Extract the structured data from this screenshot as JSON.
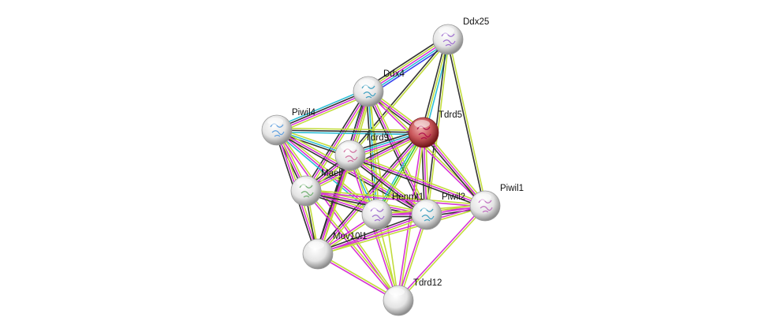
{
  "colors": {
    "textmining": "#c2dc3c",
    "experiments": "#d633d6",
    "coexpression": "#333333",
    "database": "#2ebfd6",
    "cooccurrence": "#3a46ee",
    "neighborhood": "#2fc92f",
    "query_node": "#c0444a",
    "node": "#e6e6e6"
  },
  "nodes": [
    {
      "id": "Ddx25",
      "label": "Ddx25",
      "query": false,
      "has_structure": true
    },
    {
      "id": "Ddx4",
      "label": "Ddx4",
      "query": false,
      "has_structure": true
    },
    {
      "id": "Tdrd5",
      "label": "Tdrd5",
      "query": true,
      "has_structure": true
    },
    {
      "id": "Piwil4",
      "label": "Piwil4",
      "query": false,
      "has_structure": true
    },
    {
      "id": "Tdrd9",
      "label": "Tdrd9",
      "query": false,
      "has_structure": true
    },
    {
      "id": "Mael",
      "label": "Mael",
      "query": false,
      "has_structure": true
    },
    {
      "id": "Henmt1",
      "label": "Henmt1",
      "query": false,
      "has_structure": true
    },
    {
      "id": "Piwil2",
      "label": "Piwil2",
      "query": false,
      "has_structure": true
    },
    {
      "id": "Piwil1",
      "label": "Piwil1",
      "query": false,
      "has_structure": true
    },
    {
      "id": "Mov10l1",
      "label": "Mov10l1",
      "query": false,
      "has_structure": false
    },
    {
      "id": "Tdrd12",
      "label": "Tdrd12",
      "query": false,
      "has_structure": false
    }
  ],
  "edges": [
    [
      "Ddx25",
      "Ddx4",
      [
        "cooccurrence",
        "database",
        "experiments",
        "textmining",
        "coexpression"
      ]
    ],
    [
      "Ddx25",
      "Tdrd5",
      [
        "database",
        "textmining",
        "coexpression"
      ]
    ],
    [
      "Ddx25",
      "Piwil1",
      [
        "textmining",
        "coexpression"
      ]
    ],
    [
      "Ddx25",
      "Tdrd9",
      [
        "textmining",
        "coexpression"
      ]
    ],
    [
      "Ddx25",
      "Piwil2",
      [
        "textmining",
        "coexpression"
      ]
    ],
    [
      "Ddx4",
      "Piwil4",
      [
        "textmining",
        "experiments",
        "coexpression",
        "database"
      ]
    ],
    [
      "Ddx4",
      "Tdrd5",
      [
        "textmining",
        "experiments",
        "coexpression"
      ]
    ],
    [
      "Ddx4",
      "Tdrd9",
      [
        "textmining",
        "experiments",
        "coexpression",
        "database"
      ]
    ],
    [
      "Ddx4",
      "Mael",
      [
        "textmining",
        "experiments",
        "coexpression"
      ]
    ],
    [
      "Ddx4",
      "Henmt1",
      [
        "textmining",
        "database",
        "coexpression"
      ]
    ],
    [
      "Ddx4",
      "Piwil2",
      [
        "textmining",
        "experiments",
        "coexpression"
      ]
    ],
    [
      "Ddx4",
      "Mov10l1",
      [
        "textmining",
        "experiments",
        "coexpression"
      ]
    ],
    [
      "Ddx4",
      "Piwil1",
      [
        "textmining",
        "experiments"
      ]
    ],
    [
      "Ddx4",
      "Tdrd12",
      [
        "textmining"
      ]
    ],
    [
      "Piwil4",
      "Tdrd5",
      [
        "textmining",
        "coexpression",
        "database"
      ]
    ],
    [
      "Piwil4",
      "Tdrd9",
      [
        "textmining",
        "database",
        "coexpression"
      ]
    ],
    [
      "Piwil4",
      "Mael",
      [
        "textmining",
        "experiments",
        "coexpression"
      ]
    ],
    [
      "Piwil4",
      "Henmt1",
      [
        "textmining",
        "experiments",
        "database"
      ]
    ],
    [
      "Piwil4",
      "Piwil2",
      [
        "textmining",
        "experiments",
        "coexpression"
      ]
    ],
    [
      "Piwil4",
      "Mov10l1",
      [
        "textmining",
        "experiments",
        "coexpression"
      ]
    ],
    [
      "Piwil4",
      "Tdrd12",
      [
        "textmining",
        "experiments"
      ]
    ],
    [
      "Tdrd5",
      "Tdrd9",
      [
        "textmining",
        "experiments",
        "database",
        "coexpression"
      ]
    ],
    [
      "Tdrd5",
      "Mael",
      [
        "textmining",
        "experiments",
        "coexpression"
      ]
    ],
    [
      "Tdrd5",
      "Henmt1",
      [
        "textmining",
        "neighborhood",
        "database"
      ]
    ],
    [
      "Tdrd5",
      "Piwil2",
      [
        "textmining",
        "experiments",
        "coexpression"
      ]
    ],
    [
      "Tdrd5",
      "Piwil1",
      [
        "textmining",
        "experiments",
        "coexpression"
      ]
    ],
    [
      "Tdrd5",
      "Mov10l1",
      [
        "textmining",
        "experiments",
        "coexpression"
      ]
    ],
    [
      "Tdrd5",
      "Tdrd12",
      [
        "textmining",
        "experiments"
      ]
    ],
    [
      "Tdrd9",
      "Mael",
      [
        "textmining",
        "experiments",
        "coexpression"
      ]
    ],
    [
      "Tdrd9",
      "Henmt1",
      [
        "textmining",
        "database"
      ]
    ],
    [
      "Tdrd9",
      "Piwil2",
      [
        "textmining",
        "experiments",
        "coexpression"
      ]
    ],
    [
      "Tdrd9",
      "Piwil1",
      [
        "textmining",
        "experiments",
        "coexpression"
      ]
    ],
    [
      "Tdrd9",
      "Mov10l1",
      [
        "textmining",
        "experiments",
        "coexpression"
      ]
    ],
    [
      "Tdrd9",
      "Tdrd12",
      [
        "textmining",
        "experiments"
      ]
    ],
    [
      "Mael",
      "Henmt1",
      [
        "textmining",
        "experiments",
        "coexpression"
      ]
    ],
    [
      "Mael",
      "Piwil2",
      [
        "textmining",
        "experiments",
        "coexpression"
      ]
    ],
    [
      "Mael",
      "Piwil1",
      [
        "textmining",
        "experiments"
      ]
    ],
    [
      "Mael",
      "Mov10l1",
      [
        "textmining",
        "coexpression"
      ]
    ],
    [
      "Mael",
      "Tdrd12",
      [
        "textmining",
        "experiments"
      ]
    ],
    [
      "Henmt1",
      "Piwil2",
      [
        "textmining",
        "experiments",
        "coexpression"
      ]
    ],
    [
      "Henmt1",
      "Piwil1",
      [
        "textmining",
        "experiments"
      ]
    ],
    [
      "Henmt1",
      "Mov10l1",
      [
        "textmining",
        "experiments"
      ]
    ],
    [
      "Henmt1",
      "Tdrd12",
      [
        "textmining"
      ]
    ],
    [
      "Piwil2",
      "Piwil1",
      [
        "textmining",
        "experiments",
        "coexpression"
      ]
    ],
    [
      "Piwil2",
      "Mov10l1",
      [
        "textmining",
        "experiments",
        "coexpression"
      ]
    ],
    [
      "Piwil2",
      "Tdrd12",
      [
        "textmining",
        "experiments"
      ]
    ],
    [
      "Piwil1",
      "Mov10l1",
      [
        "textmining",
        "experiments"
      ]
    ],
    [
      "Piwil1",
      "Tdrd12",
      [
        "textmining",
        "experiments"
      ]
    ],
    [
      "Mov10l1",
      "Tdrd12",
      [
        "textmining",
        "experiments"
      ]
    ]
  ]
}
